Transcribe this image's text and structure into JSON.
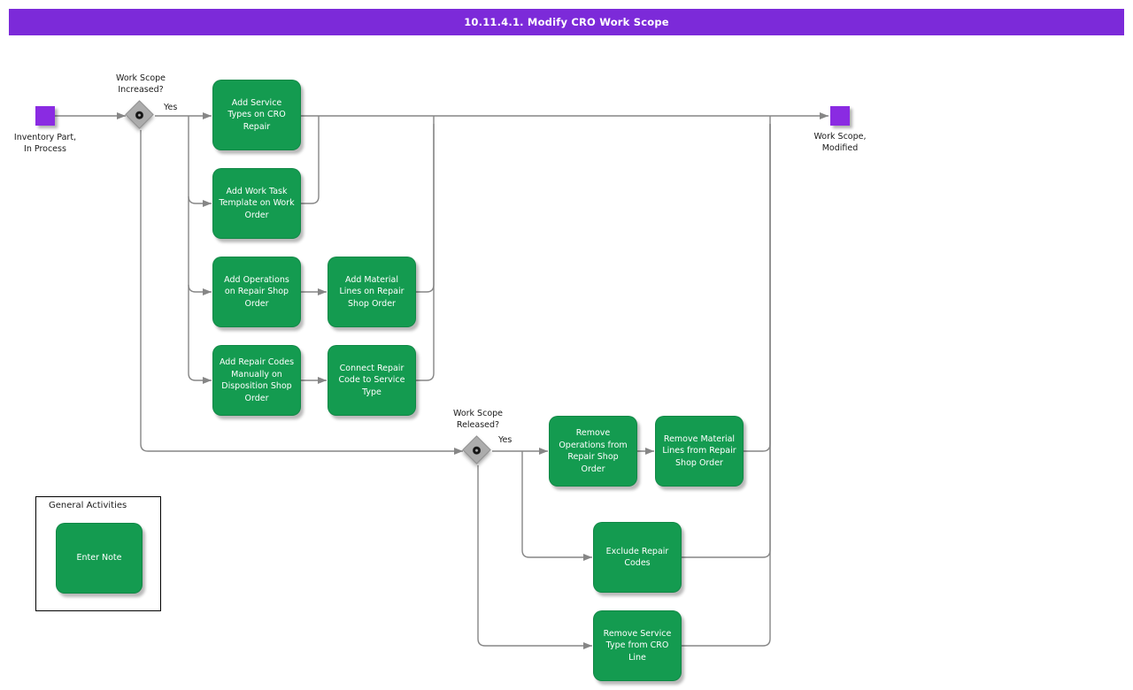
{
  "title_bar": {
    "label": "10.11.4.1. Modify CRO Work Scope"
  },
  "start_node": {
    "label": "Inventory Part,\nIn Process"
  },
  "end_node": {
    "label": "Work Scope,\nModified"
  },
  "decisions": [
    {
      "label": "Work Scope\nIncreased?",
      "branch_label": "Yes"
    },
    {
      "label": "Work Scope\nReleased?",
      "branch_label": "Yes"
    }
  ],
  "tasks": [
    {
      "label": "Add Service Types on CRO Repair"
    },
    {
      "label": "Add Work Task Template on Work Order"
    },
    {
      "label": "Add Operations on Repair Shop Order"
    },
    {
      "label": "Add Repair Codes Manually on Disposition Shop Order"
    },
    {
      "label": "Add Material Lines on Repair Shop Order"
    },
    {
      "label": "Connect Repair Code to Service Type"
    },
    {
      "label": "Remove Operations from Repair Shop Order"
    },
    {
      "label": "Remove Material Lines from Repair Shop Order"
    },
    {
      "label": "Exclude Repair Codes"
    },
    {
      "label": "Remove Service Type from CRO Line"
    }
  ],
  "general_activities": {
    "title": "General Activities",
    "tasks": [
      {
        "label": "Enter Note"
      }
    ]
  },
  "colors": {
    "title_bar_bg": "#7c2ad9",
    "event_node_fill": "#8a2be2",
    "task_fill": "#149b50",
    "connector_stroke": "#868686",
    "decision_fill": "#acacac",
    "text_color": "#1a1a1a",
    "task_text_color": "#ffffff"
  }
}
